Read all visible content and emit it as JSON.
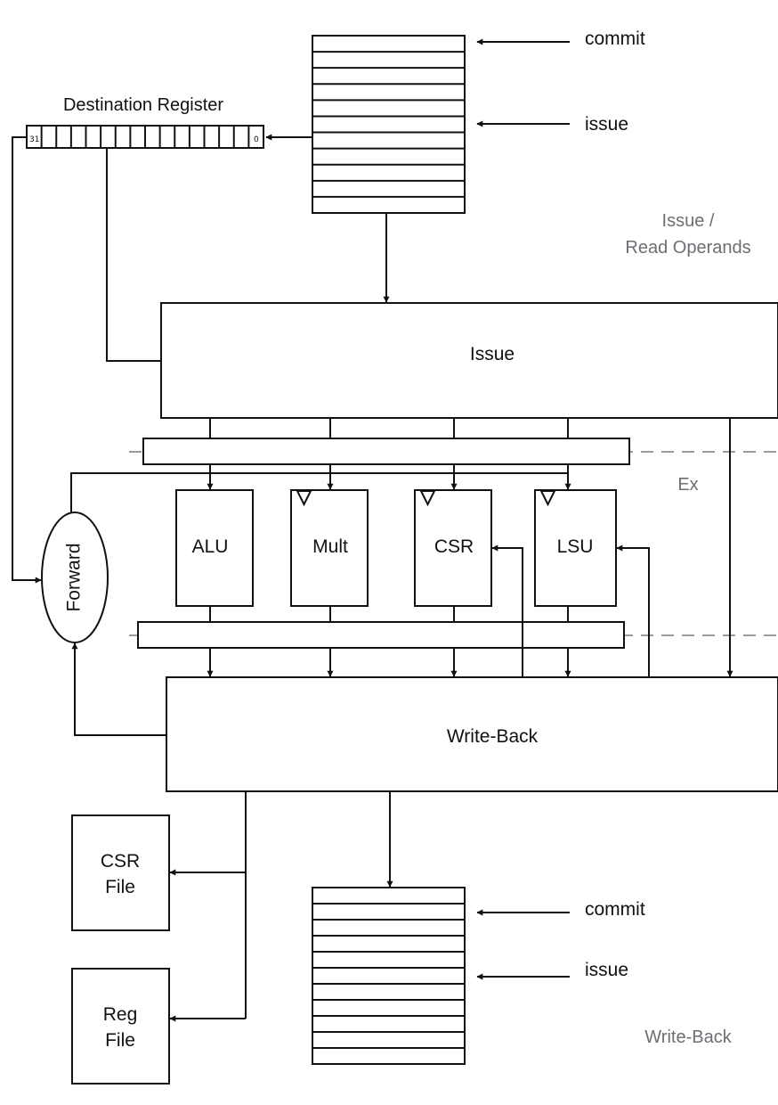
{
  "labels": {
    "destination_register": "Destination Register",
    "dest_reg_msb": "31",
    "dest_reg_lsb": "0",
    "commit_top": "commit",
    "issue_top": "issue",
    "commit_bottom": "commit",
    "issue_bottom": "issue",
    "issue_block": "Issue",
    "writeback_block": "Write-Back",
    "forward": "Forward",
    "alu": "ALU",
    "mult": "Mult",
    "csr": "CSR",
    "lsu": "LSU",
    "csr_file_line1": "CSR",
    "csr_file_line2": "File",
    "reg_file_line1": "Reg",
    "reg_file_line2": "File"
  },
  "stages": {
    "issue_read_line1": "Issue /",
    "issue_read_line2": "Read Operands",
    "ex": "Ex",
    "write_back": "Write-Back"
  },
  "queue_rows": 11,
  "dest_register_bits": 16
}
